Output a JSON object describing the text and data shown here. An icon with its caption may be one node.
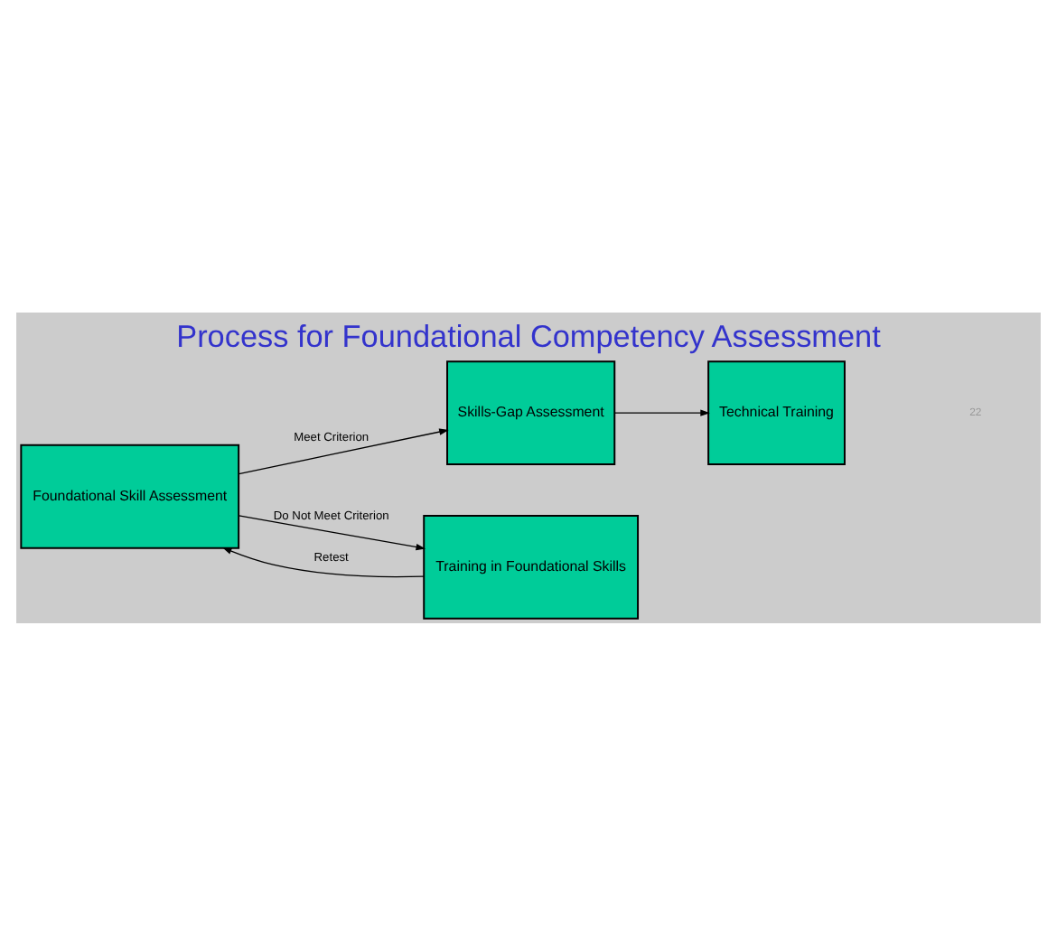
{
  "diagram": {
    "title": "Process for Foundational Competency Assessment",
    "nodes": [
      {
        "text": [
          "Foundational Skill Assessment"
        ]
      },
      {
        "text": [
          "Skills-Gap Assessment"
        ]
      },
      {
        "text": [
          "Technical Training"
        ]
      },
      {
        "text": [
          "Training in Foundational Skills"
        ]
      }
    ],
    "edges": [
      {
        "from": 0,
        "to": 1,
        "arrow": "to",
        "label": "Meet Criterion"
      },
      {
        "from": 1,
        "to": 2,
        "arrow": "to"
      },
      {
        "from": 0,
        "to": 3,
        "arrow": "to",
        "label": "Do Not Meet Criterion"
      },
      {
        "from": 3,
        "to": 0,
        "arrow": "to",
        "label": "Retest"
      }
    ],
    "labels": [
      "22"
    ]
  }
}
